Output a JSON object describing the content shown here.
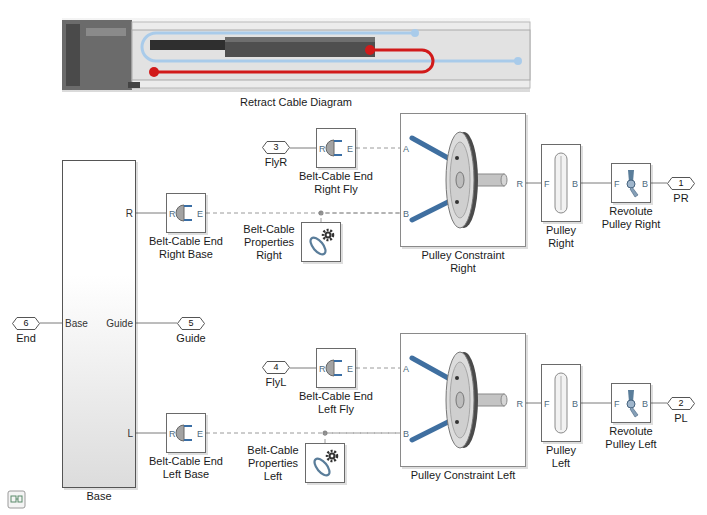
{
  "diagram": {
    "caption": "Retract Cable Diagram",
    "nodes": [
      {
        "text": [
          "3",
          "FlyR"
        ]
      },
      {
        "text": [
          "R",
          "E",
          "Belt-Cable End Right Fly"
        ]
      },
      {
        "text": [
          "A",
          "B",
          "R",
          "Pulley Constraint Right"
        ]
      },
      {
        "text": [
          "F",
          "B",
          "Pulley Right"
        ]
      },
      {
        "text": [
          "F",
          "B",
          "Revolute Pulley Right"
        ]
      },
      {
        "text": [
          "1",
          "PR"
        ]
      },
      {
        "text": [
          "Base",
          "R",
          "Guide",
          "L",
          "Base"
        ]
      },
      {
        "text": [
          "R",
          "E",
          "Belt-Cable End Right Base"
        ]
      },
      {
        "text": [
          "Belt-Cable Properties Right"
        ]
      },
      {
        "text": [
          "6",
          "End"
        ]
      },
      {
        "text": [
          "5",
          "Guide"
        ]
      },
      {
        "text": [
          "4",
          "FlyL"
        ]
      },
      {
        "text": [
          "R",
          "E",
          "Belt-Cable End Left Fly"
        ]
      },
      {
        "text": [
          "A",
          "B",
          "R",
          "Pulley Constraint Left"
        ]
      },
      {
        "text": [
          "F",
          "B",
          "Pulley Left"
        ]
      },
      {
        "text": [
          "F",
          "B",
          "Revolute Pulley Left"
        ]
      },
      {
        "text": [
          "2",
          "PL"
        ]
      },
      {
        "text": [
          "R",
          "E",
          "Belt-Cable End Left Base"
        ]
      },
      {
        "text": [
          "Belt-Cable Properties Left"
        ]
      }
    ],
    "edges": [
      {
        "from": 0,
        "to": 1,
        "arrow": "none"
      },
      {
        "from": 1,
        "to": 2,
        "arrow": "none"
      },
      {
        "from": 2,
        "to": 3,
        "arrow": "none"
      },
      {
        "from": 3,
        "to": 4,
        "arrow": "none"
      },
      {
        "from": 4,
        "to": 5,
        "arrow": "none"
      },
      {
        "from": 6,
        "to": 7,
        "arrow": "none"
      },
      {
        "from": 7,
        "to": 2,
        "arrow": "none"
      },
      {
        "from": 8,
        "to": 2,
        "arrow": "none"
      },
      {
        "from": 9,
        "to": 6,
        "arrow": "none"
      },
      {
        "from": 6,
        "to": 10,
        "arrow": "none"
      },
      {
        "from": 11,
        "to": 12,
        "arrow": "none"
      },
      {
        "from": 12,
        "to": 13,
        "arrow": "none"
      },
      {
        "from": 13,
        "to": 14,
        "arrow": "none"
      },
      {
        "from": 14,
        "to": 15,
        "arrow": "none"
      },
      {
        "from": 15,
        "to": 16,
        "arrow": "none"
      },
      {
        "from": 6,
        "to": 17,
        "arrow": "none"
      },
      {
        "from": 17,
        "to": 13,
        "arrow": "none"
      },
      {
        "from": 18,
        "to": 13,
        "arrow": "none"
      }
    ]
  }
}
